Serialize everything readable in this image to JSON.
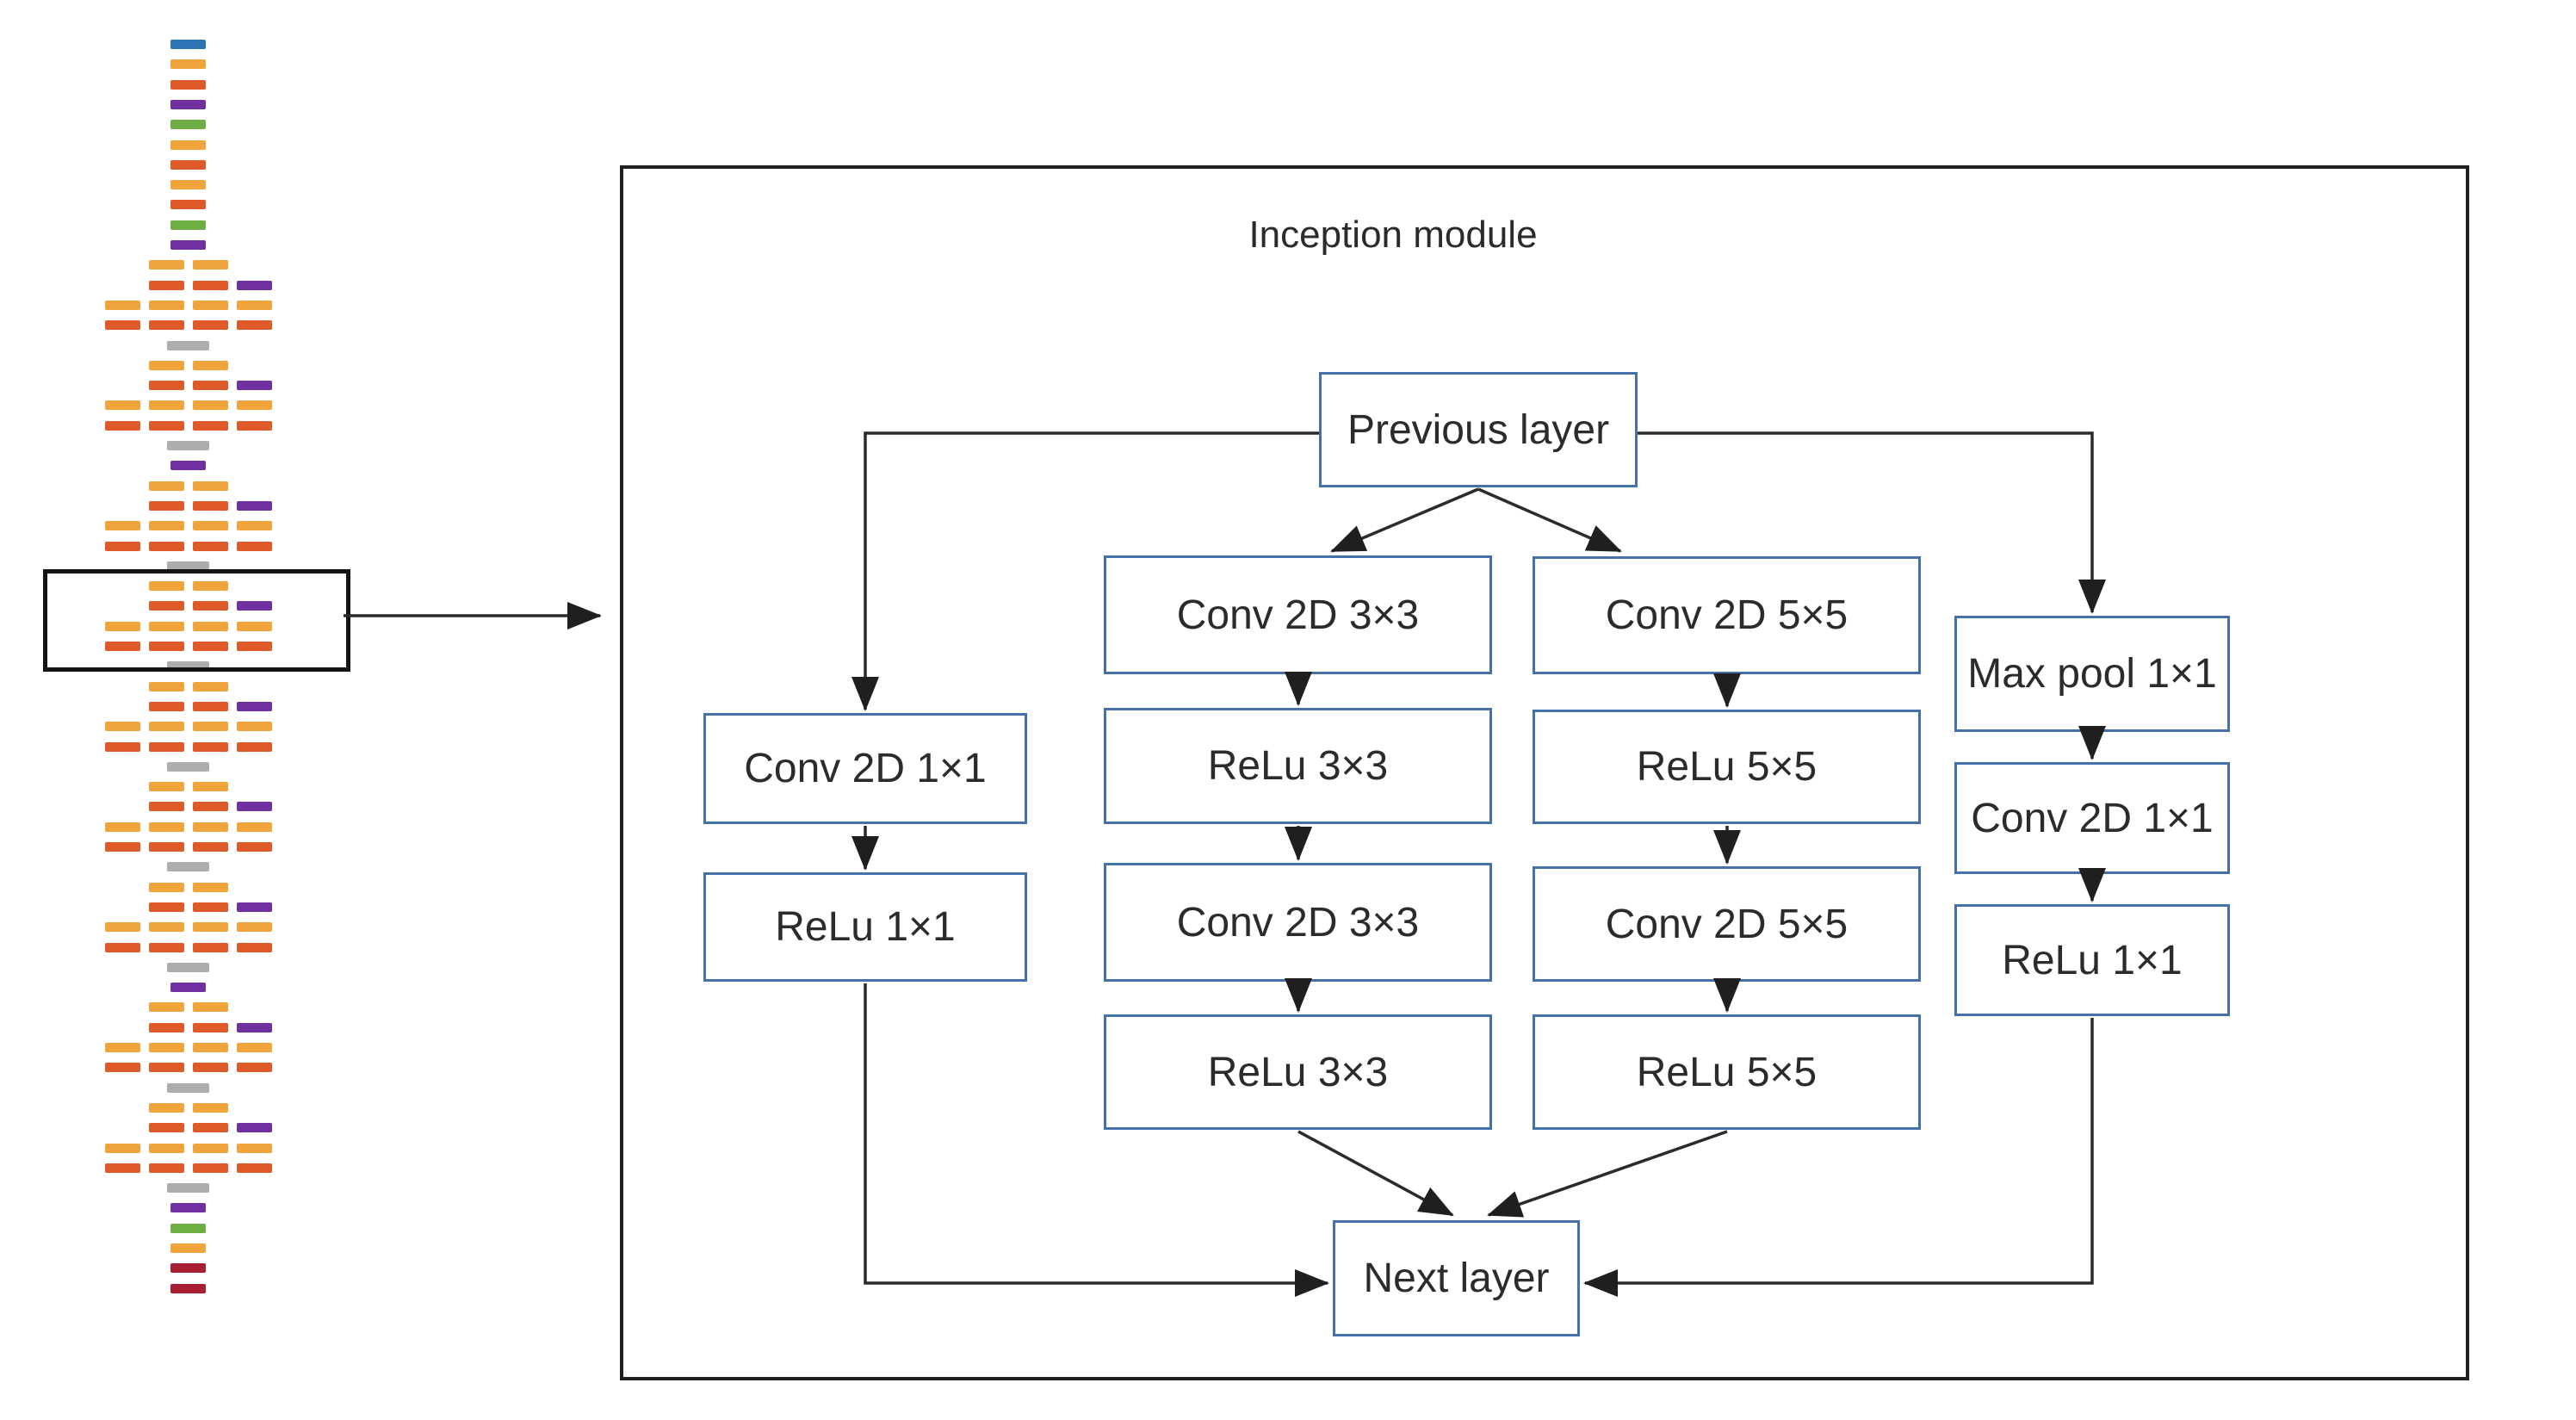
{
  "diagram": {
    "title": "Inception module",
    "nodes": {
      "previous": "Previous layer",
      "b1_conv": "Conv 2D 1×1",
      "b1_relu": "ReLu 1×1",
      "b2_conv1": "Conv 2D 3×3",
      "b2_relu1": "ReLu 3×3",
      "b2_conv2": "Conv 2D 3×3",
      "b2_relu2": "ReLu 3×3",
      "b3_conv1": "Conv 2D 5×5",
      "b3_relu1": "ReLu 5×5",
      "b3_conv2": "Conv 2D 5×5",
      "b3_relu2": "ReLu 5×5",
      "b4_max": "Max pool 1×1",
      "b4_conv": "Conv 2D 1×1",
      "b4_relu": "ReLu 1×1",
      "next": "Next layer"
    },
    "colors": {
      "box_border": "#4472A8",
      "outline": "#1f1f1f",
      "connector": "#2b2b2b",
      "text": "#2b2b2b"
    }
  },
  "left_architecture": {
    "palette": {
      "blue": "#2E75B6",
      "gold": "#F0A43C",
      "red": "#DE5A28",
      "purple": "#7030A0",
      "green": "#6FAE44",
      "gray": "#ADADAD",
      "darkred": "#A81E33"
    },
    "head": [
      "blue",
      "gold",
      "red",
      "purple",
      "green",
      "gold",
      "red",
      "gold",
      "red",
      "green",
      "purple"
    ],
    "module_count": 9,
    "purple_before_modules": [
      3,
      8
    ],
    "tail": [
      "purple",
      "green",
      "gold",
      "darkred",
      "darkred"
    ],
    "highlighted_module": 4
  }
}
